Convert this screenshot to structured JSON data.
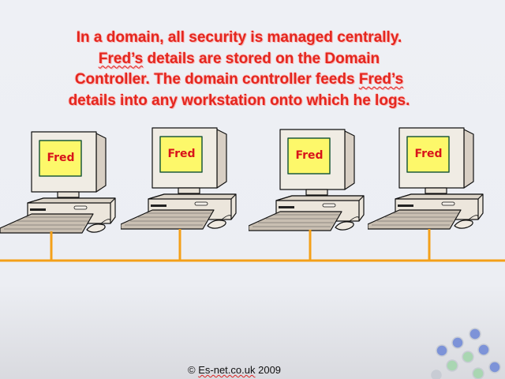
{
  "slide": {
    "title_lines": [
      "In a domain, all security is managed centrally.",
      "details are stored on the Domain",
      "Controller. The domain controller feeds",
      "details into any workstation onto which he logs."
    ],
    "name_word": "Fred’s",
    "workstations": [
      {
        "label": "Fred"
      },
      {
        "label": "Fred"
      },
      {
        "label": "Fred"
      },
      {
        "label": "Fred"
      }
    ],
    "footer": {
      "copyright": "©",
      "site": "Es-net.co.uk",
      "year": "2009"
    }
  },
  "colors": {
    "title": "#e4261e",
    "network": "#f4a019",
    "screen": "#fdf86a"
  }
}
